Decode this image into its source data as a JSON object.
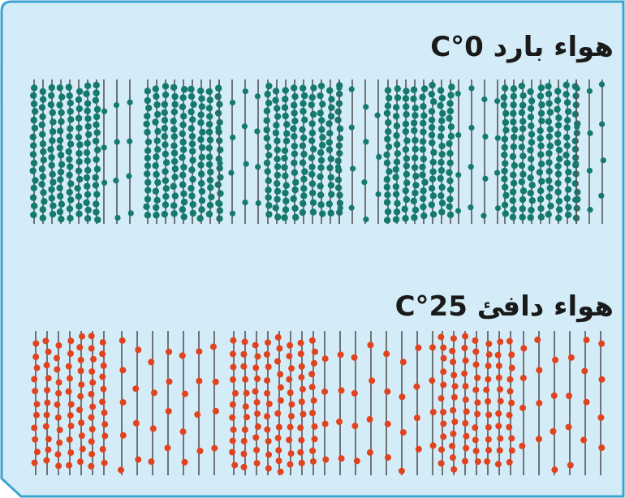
{
  "panels": {
    "cold": {
      "label": "هواء بارد 0°C",
      "zone_pattern": [
        "dense",
        "sparse",
        "dense",
        "sparse",
        "dense",
        "sparse",
        "dense",
        "sparse",
        "dense",
        "sparse"
      ]
    },
    "warm": {
      "label": "هواء دافئ 25°C",
      "zone_pattern": [
        "dense",
        "sparse",
        "dense",
        "sparse",
        "dense",
        "sparse"
      ]
    }
  },
  "colors": {
    "background": "#d3ecf8",
    "frame": "#3ea3d0",
    "cold_molecule": "#157a6b",
    "warm_molecule": "#e2431f",
    "line": "#555555"
  }
}
